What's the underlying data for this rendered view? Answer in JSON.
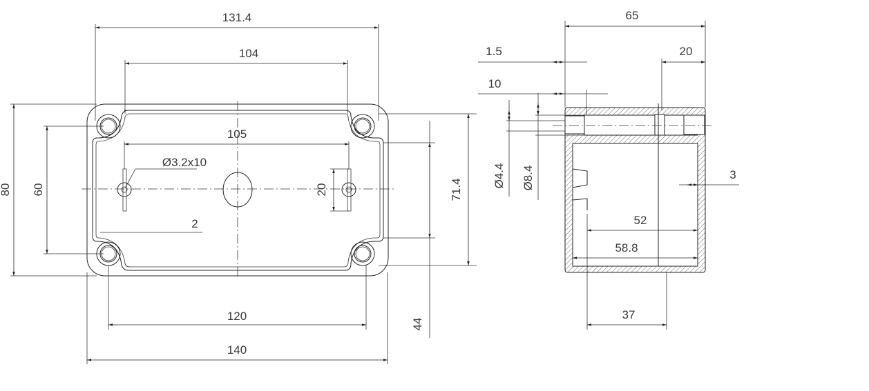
{
  "front_view": {
    "dimensions": {
      "overall_flange_width": "131.4",
      "inner_width_top": "104",
      "slot_spacing": "105",
      "slot_hole": "Ø3.2x10",
      "slot_width": "2",
      "slot_height": "20",
      "overall_height": "80",
      "hole_spacing_vertical": "60",
      "inner_height": "71.4",
      "inner_height_small": "44",
      "hole_spacing_horizontal": "120",
      "overall_width": "140"
    }
  },
  "side_view": {
    "dimensions": {
      "overall_depth": "65",
      "lid_depth": "20",
      "offset": "1.5",
      "bore_depth": "10",
      "bore_diameter_small": "Ø4.4",
      "bore_diameter_large": "Ø8.4",
      "wall_thickness": "3",
      "inner_depth_base": "52",
      "inner_depth_total": "58.8",
      "split_depth": "37"
    }
  }
}
